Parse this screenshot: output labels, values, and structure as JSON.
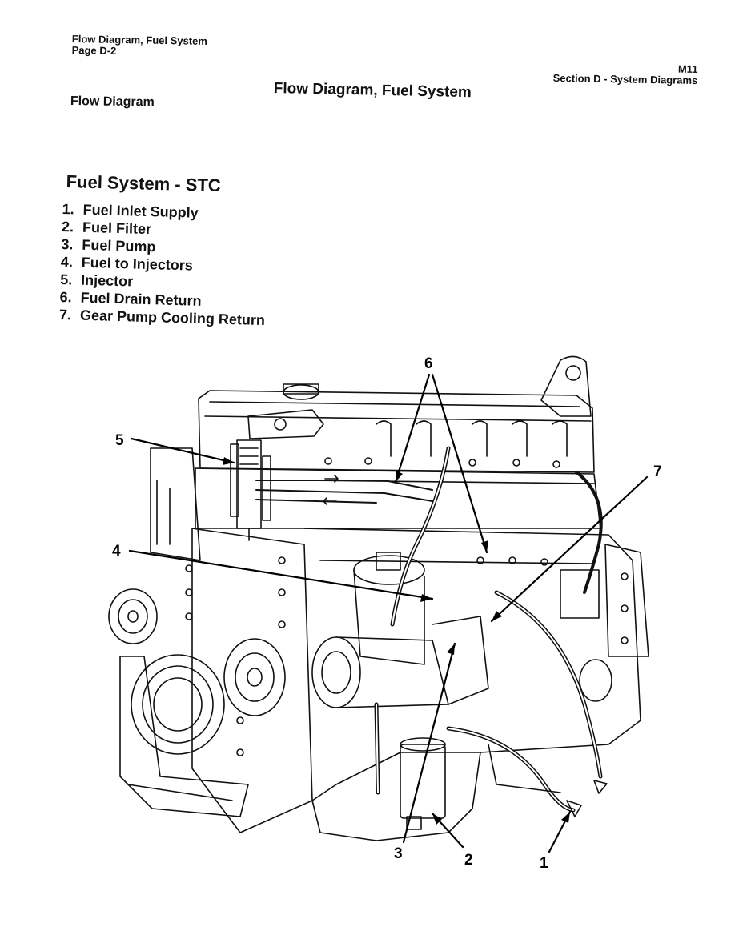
{
  "page_header": {
    "left_line1": "Flow Diagram, Fuel System",
    "left_line2": "Page D-2",
    "right_line1": "M11",
    "right_line2": "Section D - System Diagrams"
  },
  "title": "Flow Diagram, Fuel System",
  "subheading": "Flow Diagram",
  "system_title": "Fuel System - STC",
  "legend": [
    {
      "num": "1.",
      "label": "Fuel Inlet Supply"
    },
    {
      "num": "2.",
      "label": "Fuel Filter"
    },
    {
      "num": "3.",
      "label": "Fuel Pump"
    },
    {
      "num": "4.",
      "label": "Fuel to Injectors"
    },
    {
      "num": "5.",
      "label": "Injector"
    },
    {
      "num": "6.",
      "label": "Fuel Drain Return"
    },
    {
      "num": "7.",
      "label": "Gear Pump Cooling Return"
    }
  ],
  "callouts": {
    "c1": "1",
    "c2": "2",
    "c3": "3",
    "c4": "4",
    "c5": "5",
    "c6": "6",
    "c7": "7"
  }
}
